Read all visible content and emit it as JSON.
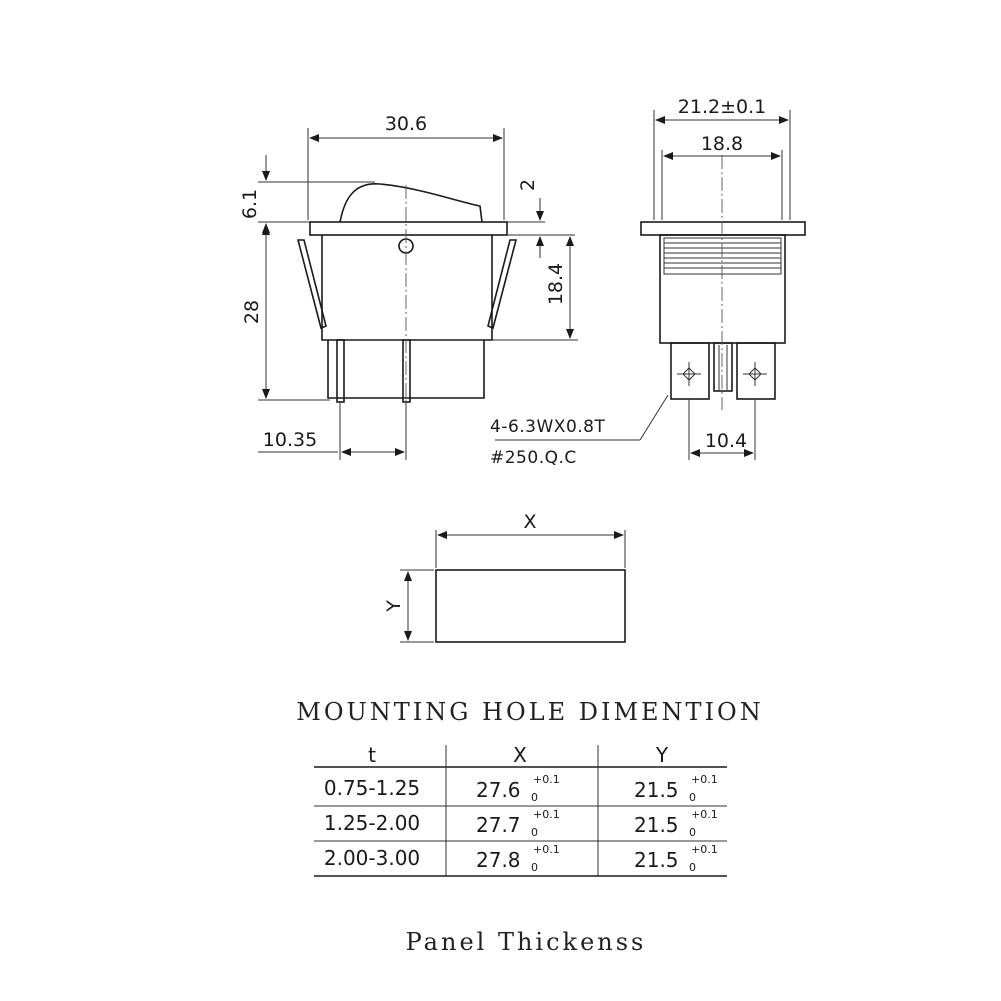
{
  "front_view": {
    "width_dim": "30.6",
    "rocker_height_dim": "6.1",
    "rocker_offset_dim": "2",
    "total_height_dim": "28",
    "body_height_dim": "18.4",
    "terminal_pitch_dim": "10.35"
  },
  "side_view": {
    "flange_width_dim": "21.2±0.1",
    "body_width_dim": "18.8",
    "terminal_pitch_dim": "10.4",
    "terminal_note_line1": "4-6.3WX0.8T",
    "terminal_note_line2": "#250.Q.C"
  },
  "hole": {
    "x_label": "X",
    "y_label": "Y"
  },
  "table": {
    "title": "MOUNTING HOLE DIMENTION",
    "headers": [
      "t",
      "X",
      "Y"
    ],
    "rows": [
      {
        "t": "0.75-1.25",
        "x": "27.6",
        "y": "21.5"
      },
      {
        "t": "1.25-2.00",
        "x": "27.7",
        "y": "21.5"
      },
      {
        "t": "2.00-3.00",
        "x": "27.8",
        "y": "21.5"
      }
    ],
    "tol_upper": "+0.1",
    "tol_lower": "0"
  },
  "footer": {
    "caption": "Panel Thickenss"
  }
}
